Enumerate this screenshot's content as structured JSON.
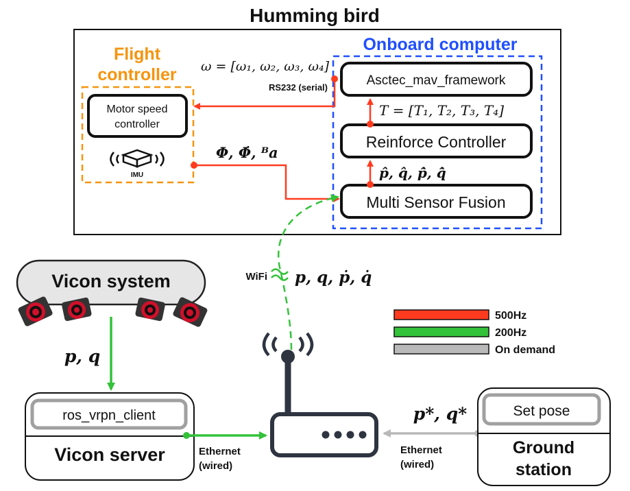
{
  "title": "Humming bird",
  "onboard": {
    "label": "Onboard computer",
    "asctec": "Asctec_mav_framework",
    "reinforce": "Reinforce Controller",
    "fusion": "Multi Sensor Fusion",
    "thrust_eq": "T = [T₁, T₂, T₃, T₄]",
    "state_est": "p̂, q̂, p̂̇, q̂̇"
  },
  "flight_controller": {
    "label_line1": "Flight",
    "label_line2": "controller",
    "motor_line1": "Motor speed",
    "motor_line2": "controller",
    "imu": "IMU"
  },
  "signals": {
    "omega_eq": "ω = [ω₁, ω₂, ω₃, ω₄]",
    "rs232": "RS232 (serial)",
    "imu_out": "Φ, Φ̇, ᴮa",
    "wifi": "WiFi",
    "wifi_data": "p, q, ṗ, q̇",
    "vicon_data": "p, q",
    "setpoint": "p*, q*"
  },
  "vicon": {
    "system": "Vicon system",
    "server": "Vicon server",
    "client": "ros_vrpn_client"
  },
  "ground": {
    "set_pose": "Set pose",
    "line1": "Ground",
    "line2": "station"
  },
  "ethernet": {
    "left_line1": "Ethernet",
    "left_line2": "(wired)",
    "right_line1": "Ethernet",
    "right_line2": "(wired)"
  },
  "legend": [
    {
      "label": "500Hz",
      "color": "#ff3b1f"
    },
    {
      "label": "200Hz",
      "color": "#33c23a"
    },
    {
      "label": "On demand",
      "color": "#b9b9b9"
    }
  ]
}
